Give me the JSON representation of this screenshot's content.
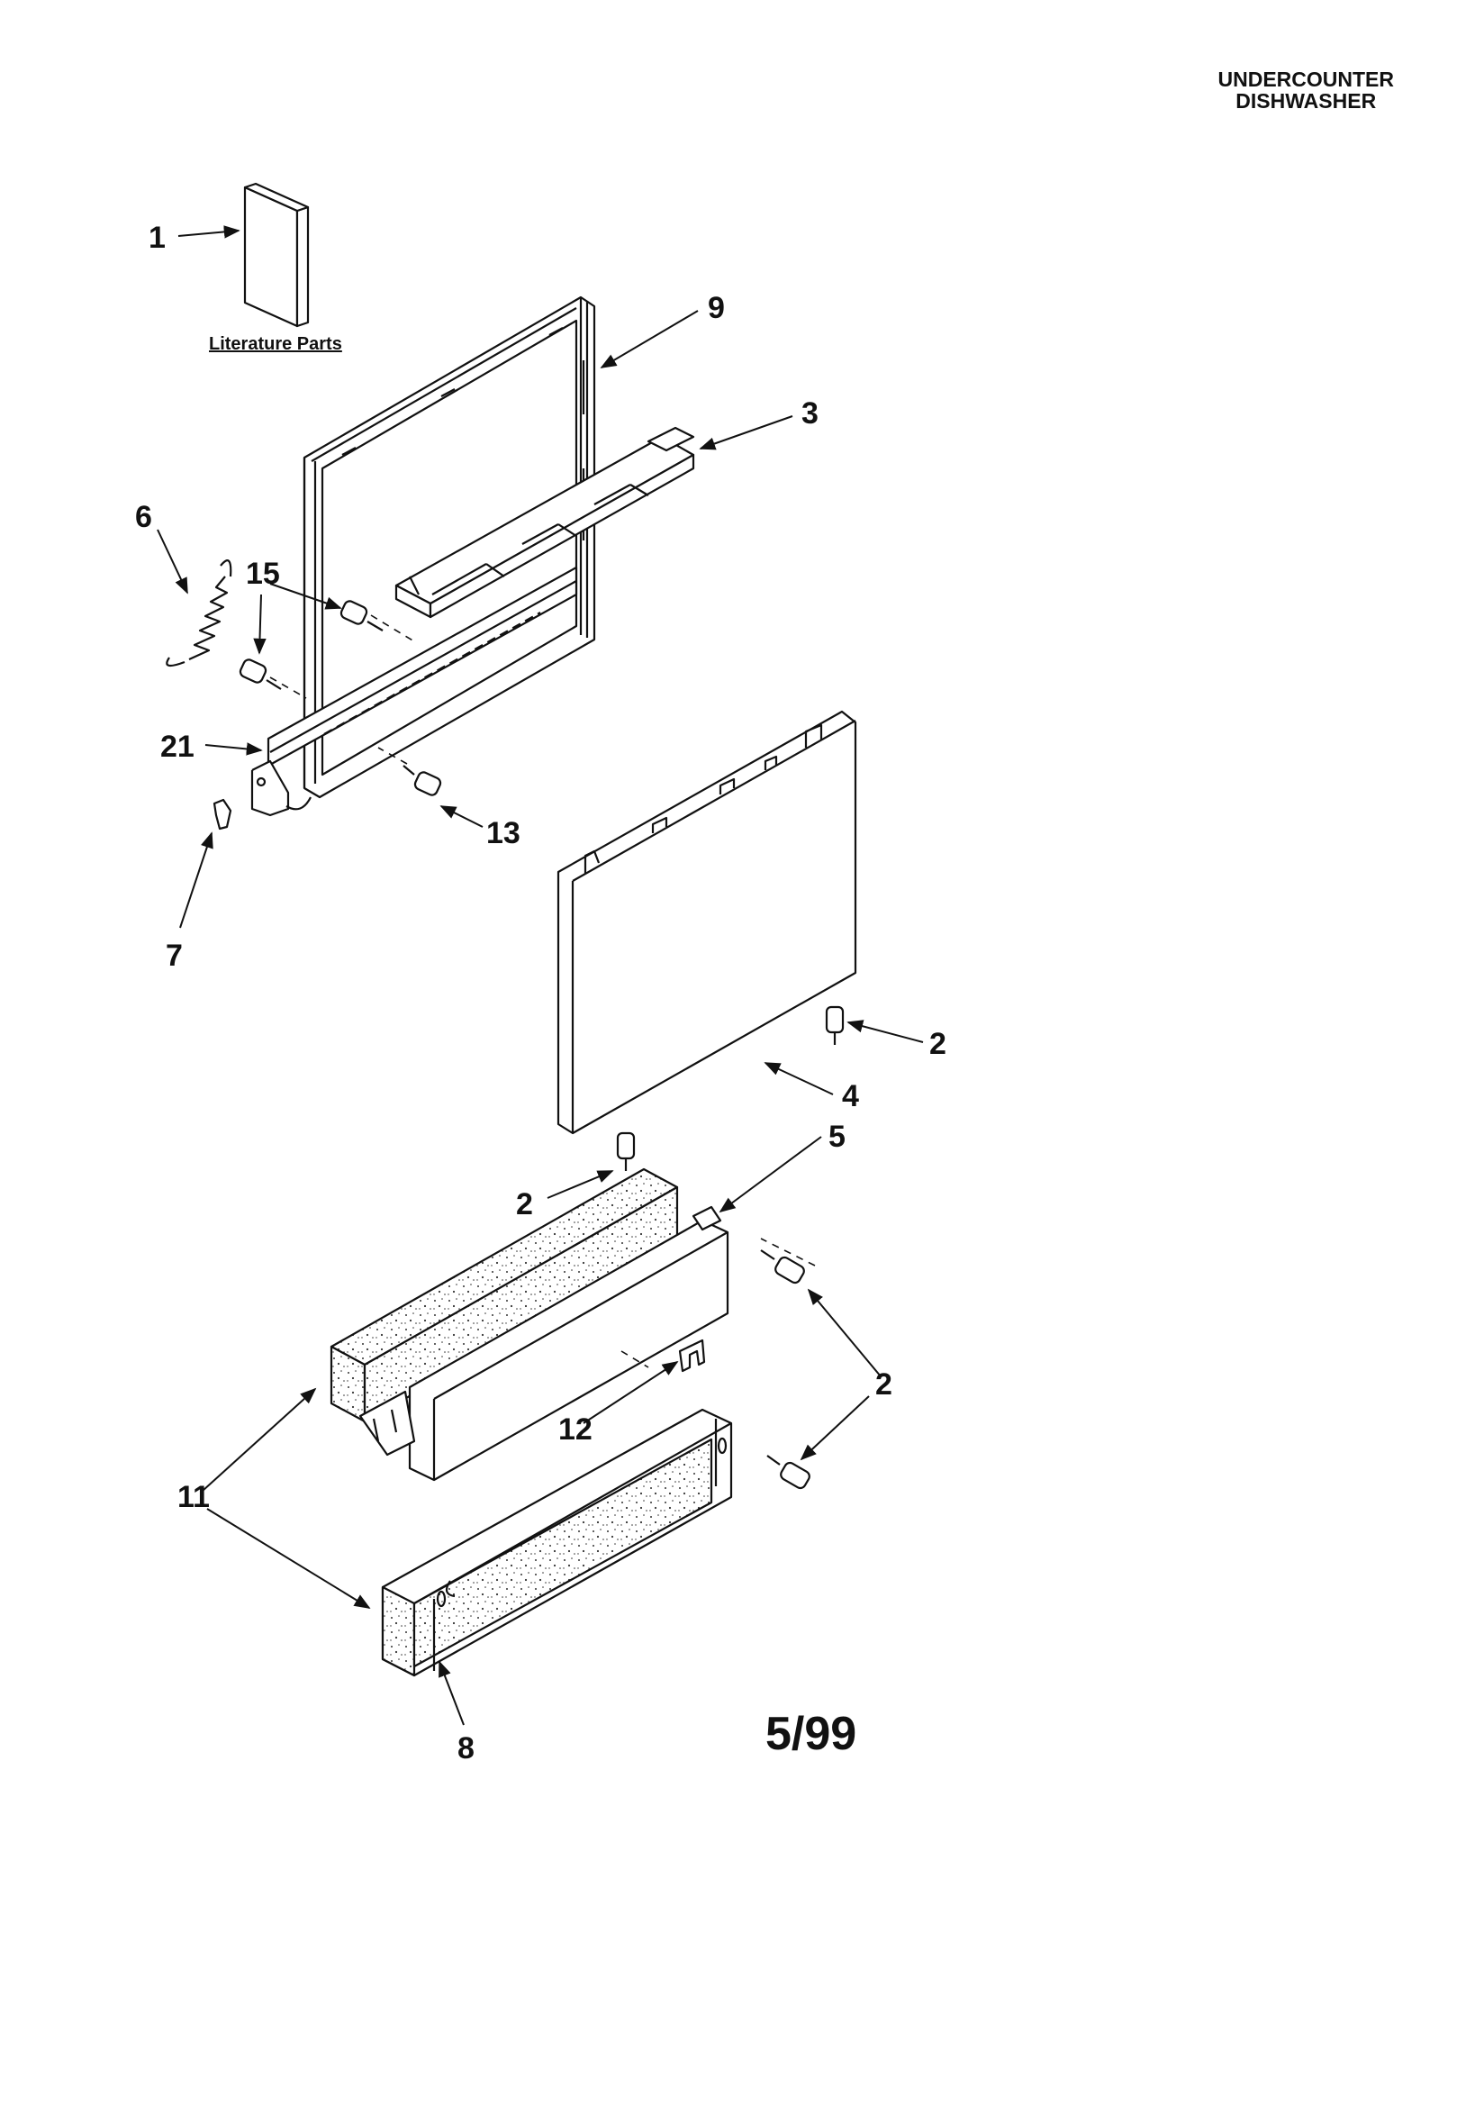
{
  "header": {
    "line1": "UNDERCOUNTER",
    "line2": "DISHWASHER"
  },
  "literature_label": "Literature Parts",
  "date_code": "5/99",
  "callouts": [
    "1",
    "9",
    "3",
    "6",
    "15",
    "21",
    "13",
    "7",
    "2",
    "4",
    "5",
    "2",
    "2",
    "12",
    "11",
    "8"
  ]
}
